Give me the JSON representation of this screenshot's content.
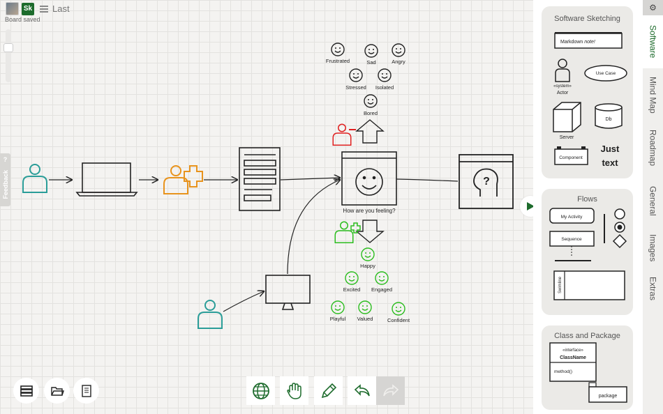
{
  "header": {
    "initials": "Sk",
    "board_title": "Last",
    "status": "Board saved"
  },
  "feedback": {
    "help": "?",
    "label": "Feedback"
  },
  "diagram": {
    "caption": "How are you feeling?",
    "negative_emotions": [
      "Frustrated",
      "Sad",
      "Angry",
      "Stressed",
      "Isolated",
      "Bored"
    ],
    "positive_emotions": [
      "Happy",
      "Excited",
      "Engaged",
      "Playful",
      "Valued",
      "Confident"
    ]
  },
  "sidebar": {
    "cards": [
      {
        "title": "Software Sketching",
        "labels": {
          "markdown": "Markdown",
          "note": "note!",
          "system": "«system»",
          "actor": "Actor",
          "use_case": "Use Case",
          "server": "Server",
          "db": "Db",
          "component": "Component",
          "just": "Just",
          "text": "text"
        }
      },
      {
        "title": "Flows",
        "labels": {
          "activity": "My Activity",
          "sequence": "Sequence",
          "swimline": "Swimline"
        }
      },
      {
        "title": "Class and Package",
        "labels": {
          "interface": "«interface»",
          "class_name": "ClassName",
          "method": "method()",
          "package": "package"
        }
      }
    ],
    "tabs": [
      "Software",
      "Mind Map",
      "Roadmap",
      "General",
      "Images",
      "Extras"
    ]
  },
  "colors": {
    "accent": "#1d6b2c",
    "teal": "#2a9d98",
    "orange": "#e8931c",
    "red": "#e02020",
    "green": "#2bbd1e"
  }
}
